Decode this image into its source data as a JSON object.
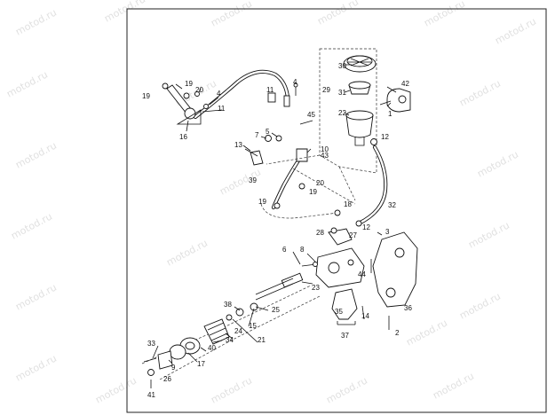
{
  "watermark": "motod.ru",
  "callouts": [
    {
      "id": "c30",
      "text": "30"
    },
    {
      "id": "c29",
      "text": "29"
    },
    {
      "id": "c31",
      "text": "31"
    },
    {
      "id": "c42",
      "text": "42"
    },
    {
      "id": "c1",
      "text": "1"
    },
    {
      "id": "c22",
      "text": "22"
    },
    {
      "id": "c12a",
      "text": "12"
    },
    {
      "id": "c4a",
      "text": "4"
    },
    {
      "id": "c11a",
      "text": "11"
    },
    {
      "id": "c45",
      "text": "45"
    },
    {
      "id": "c19a",
      "text": "19"
    },
    {
      "id": "c19b",
      "text": "19"
    },
    {
      "id": "c20a",
      "text": "20"
    },
    {
      "id": "c4b",
      "text": "4"
    },
    {
      "id": "c11b",
      "text": "11"
    },
    {
      "id": "c16",
      "text": "16"
    },
    {
      "id": "c7",
      "text": "7"
    },
    {
      "id": "c5",
      "text": "5"
    },
    {
      "id": "c13",
      "text": "13"
    },
    {
      "id": "c10",
      "text": "10"
    },
    {
      "id": "c43",
      "text": "43"
    },
    {
      "id": "c39",
      "text": "39"
    },
    {
      "id": "c19c",
      "text": "19"
    },
    {
      "id": "c20b",
      "text": "20"
    },
    {
      "id": "c19d",
      "text": "19"
    },
    {
      "id": "c18",
      "text": "18"
    },
    {
      "id": "c32",
      "text": "32"
    },
    {
      "id": "c28",
      "text": "28"
    },
    {
      "id": "c12b",
      "text": "12"
    },
    {
      "id": "c27",
      "text": "27"
    },
    {
      "id": "c3",
      "text": "3"
    },
    {
      "id": "c6",
      "text": "6"
    },
    {
      "id": "c8",
      "text": "8"
    },
    {
      "id": "c44",
      "text": "44"
    },
    {
      "id": "c23",
      "text": "23"
    },
    {
      "id": "c38",
      "text": "38"
    },
    {
      "id": "c25",
      "text": "25"
    },
    {
      "id": "c35",
      "text": "35"
    },
    {
      "id": "c14",
      "text": "14"
    },
    {
      "id": "c36",
      "text": "36"
    },
    {
      "id": "c24",
      "text": "24"
    },
    {
      "id": "c15",
      "text": "15"
    },
    {
      "id": "c34",
      "text": "34"
    },
    {
      "id": "c21",
      "text": "21"
    },
    {
      "id": "c40",
      "text": "40"
    },
    {
      "id": "c37",
      "text": "37"
    },
    {
      "id": "c2",
      "text": "2"
    },
    {
      "id": "c33",
      "text": "33"
    },
    {
      "id": "c9",
      "text": "9"
    },
    {
      "id": "c17",
      "text": "17"
    },
    {
      "id": "c26",
      "text": "26"
    },
    {
      "id": "c41",
      "text": "41"
    }
  ]
}
